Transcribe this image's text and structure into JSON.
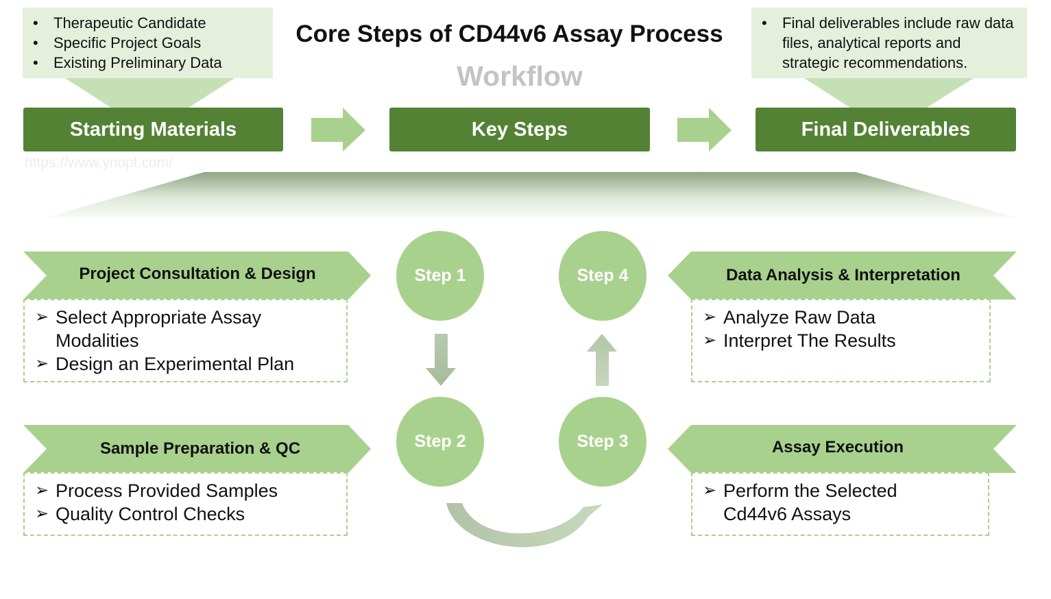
{
  "header": {
    "title": "Core Steps of CD44v6 Assay Process",
    "subtitle": "Workflow",
    "watermark": "https://www.ynopt.com/"
  },
  "inputs_note": {
    "items": [
      "Therapeutic Candidate",
      "Specific Project Goals",
      "Existing Preliminary Data"
    ]
  },
  "outputs_note": {
    "items": [
      "Final deliverables include raw data files, analytical reports and strategic recommendations."
    ]
  },
  "pipeline": {
    "starting": "Starting Materials",
    "key": "Key Steps",
    "final": "Final Deliverables"
  },
  "steps": {
    "step1": "Step 1",
    "step2": "Step 2",
    "step3": "Step 3",
    "step4": "Step 4"
  },
  "stages": {
    "consultation": {
      "title": "Project Consultation & Design",
      "items": [
        "Select Appropriate Assay Modalities",
        "Design an Experimental Plan"
      ]
    },
    "sample_prep": {
      "title": "Sample Preparation & QC",
      "items": [
        "Process Provided Samples",
        "Quality Control Checks"
      ]
    },
    "analysis": {
      "title": "Data Analysis & Interpretation",
      "items": [
        "Analyze Raw Data",
        "Interpret The Results"
      ]
    },
    "execution": {
      "title": "Assay Execution",
      "items": [
        "Perform the Selected Cd44v6 Assays"
      ]
    }
  },
  "colors": {
    "dark_green": "#548235",
    "mid_green": "#a9d18e",
    "light_green": "#c5e0b4",
    "pale_green": "#e5f0dc",
    "subtitle_gray": "#c3c3c3"
  }
}
